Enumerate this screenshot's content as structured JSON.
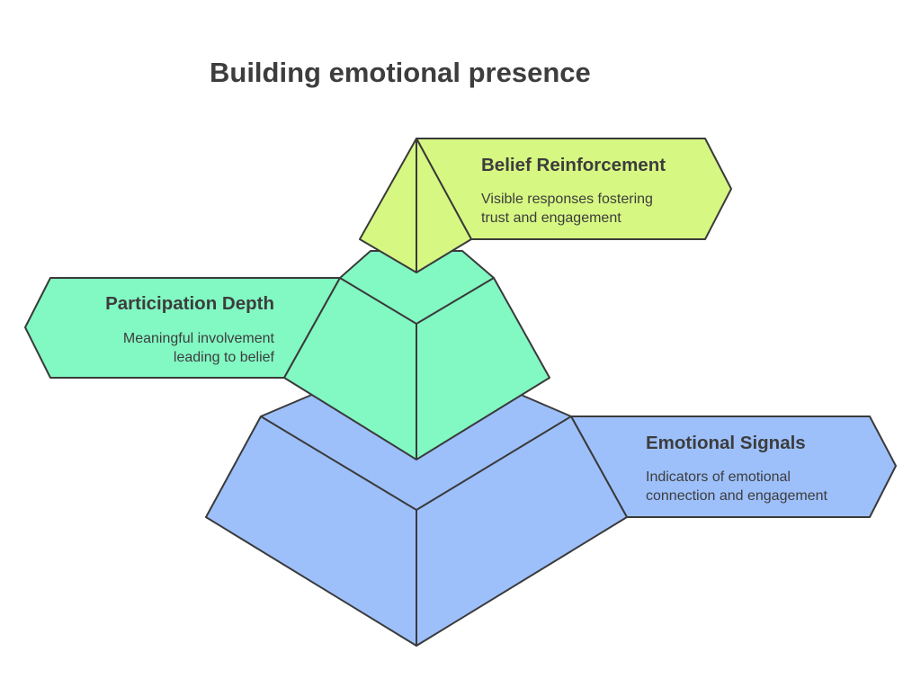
{
  "title": "Building emotional presence",
  "colors": {
    "top_tier": "#d6f782",
    "middle_tier": "#82f8c3",
    "bottom_tier": "#9dc0fb",
    "outline": "#3a3a3a",
    "text": "#3d3d3d"
  },
  "tiers": [
    {
      "name": "top",
      "title": "Belief Reinforcement",
      "description_lines": [
        "Visible responses fostering",
        "trust and engagement"
      ]
    },
    {
      "name": "middle",
      "title": "Participation Depth",
      "description_lines": [
        "Meaningful involvement",
        "leading to belief"
      ]
    },
    {
      "name": "bottom",
      "title": "Emotional Signals",
      "description_lines": [
        "Indicators of emotional",
        "connection and engagement"
      ]
    }
  ]
}
